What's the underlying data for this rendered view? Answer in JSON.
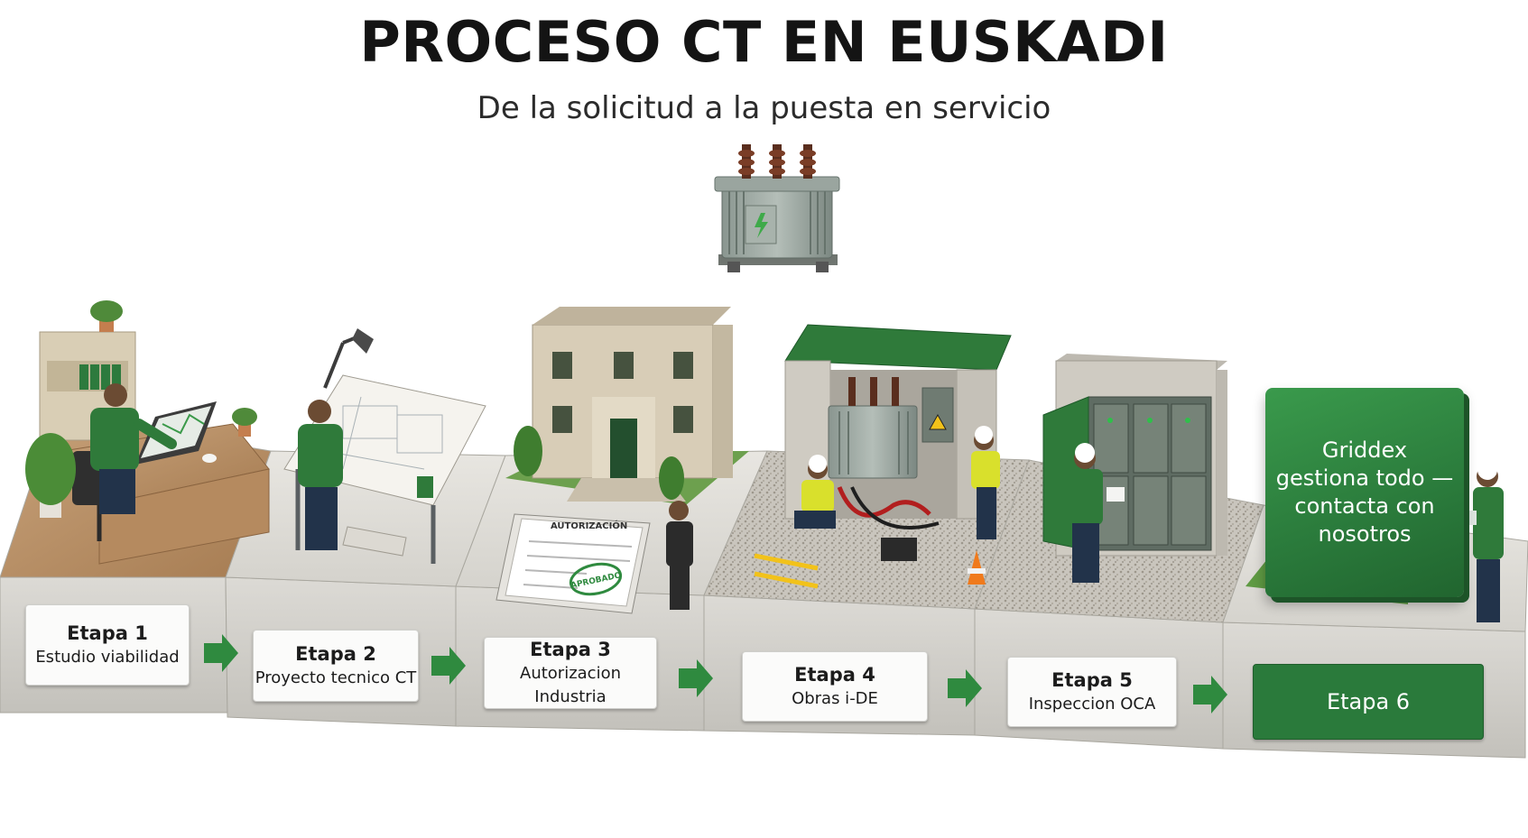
{
  "header": {
    "title": "PROCESO CT EN EUSKADI",
    "subtitle": "De la solicitud a la puesta en servicio"
  },
  "steps": [
    {
      "number": "Etapa 1",
      "name": "Estudio viabilidad",
      "scene": "office-desk"
    },
    {
      "number": "Etapa 2",
      "name": "Proyecto tecnico CT",
      "scene": "drafting-table"
    },
    {
      "number": "Etapa 3",
      "name": "Autorizacion Industria",
      "scene": "government-building"
    },
    {
      "number": "Etapa 4",
      "name": "Obras i-DE",
      "scene": "transformer-works"
    },
    {
      "number": "Etapa 5",
      "name": "Inspeccion OCA",
      "scene": "switchgear-inspection"
    },
    {
      "number": "Etapa 6",
      "name": "",
      "scene": "griddex-board"
    }
  ],
  "document": {
    "heading": "AUTORIZACIÓN",
    "stamp": "APROBADO"
  },
  "final_board": {
    "text": "Griddex gestiona todo — contacta con nosotros"
  },
  "colors": {
    "accent_green": "#2a7a3b",
    "platform_stone": "#d8d6d1",
    "label_bg": "#fbfbfa",
    "arrow_green": "#2f8a3f"
  },
  "icons": [
    "transformer-icon",
    "arrow-right-icon",
    "warning-icon",
    "lightning-icon"
  ]
}
